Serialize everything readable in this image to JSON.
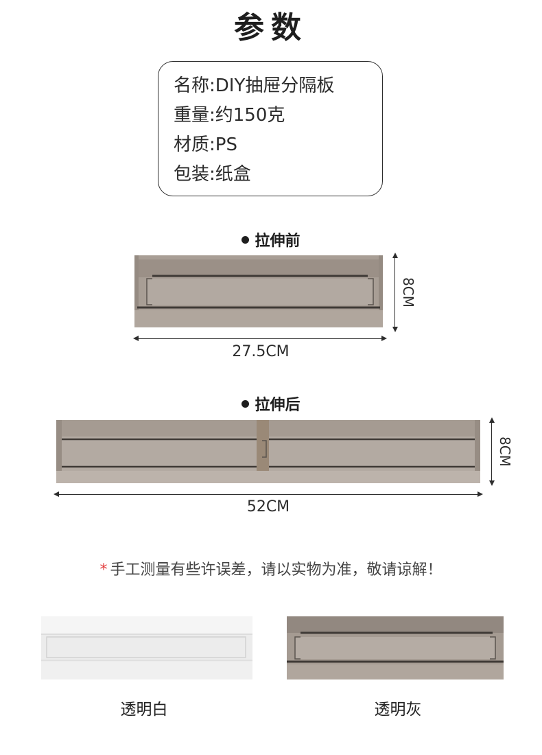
{
  "title": "参数",
  "specs": [
    {
      "label": "名称:",
      "value": "DIY抽屉分隔板"
    },
    {
      "label": "重量:",
      "value": "约150克"
    },
    {
      "label": "材质:",
      "value": "PS"
    },
    {
      "label": "包装:",
      "value": "纸盒"
    }
  ],
  "before": {
    "heading": "拉伸前",
    "width_label": "27.5CM",
    "height_label": "8CM"
  },
  "after": {
    "heading": "拉伸后",
    "width_label": "52CM",
    "height_label": "8CM"
  },
  "footnote": {
    "star": "*",
    "text": "手工测量有些许误差，请以实物为准，敬请谅解！"
  },
  "variants": [
    {
      "label": "透明白",
      "color": "#ececec"
    },
    {
      "label": "透明灰",
      "color": "#a59b92"
    }
  ]
}
